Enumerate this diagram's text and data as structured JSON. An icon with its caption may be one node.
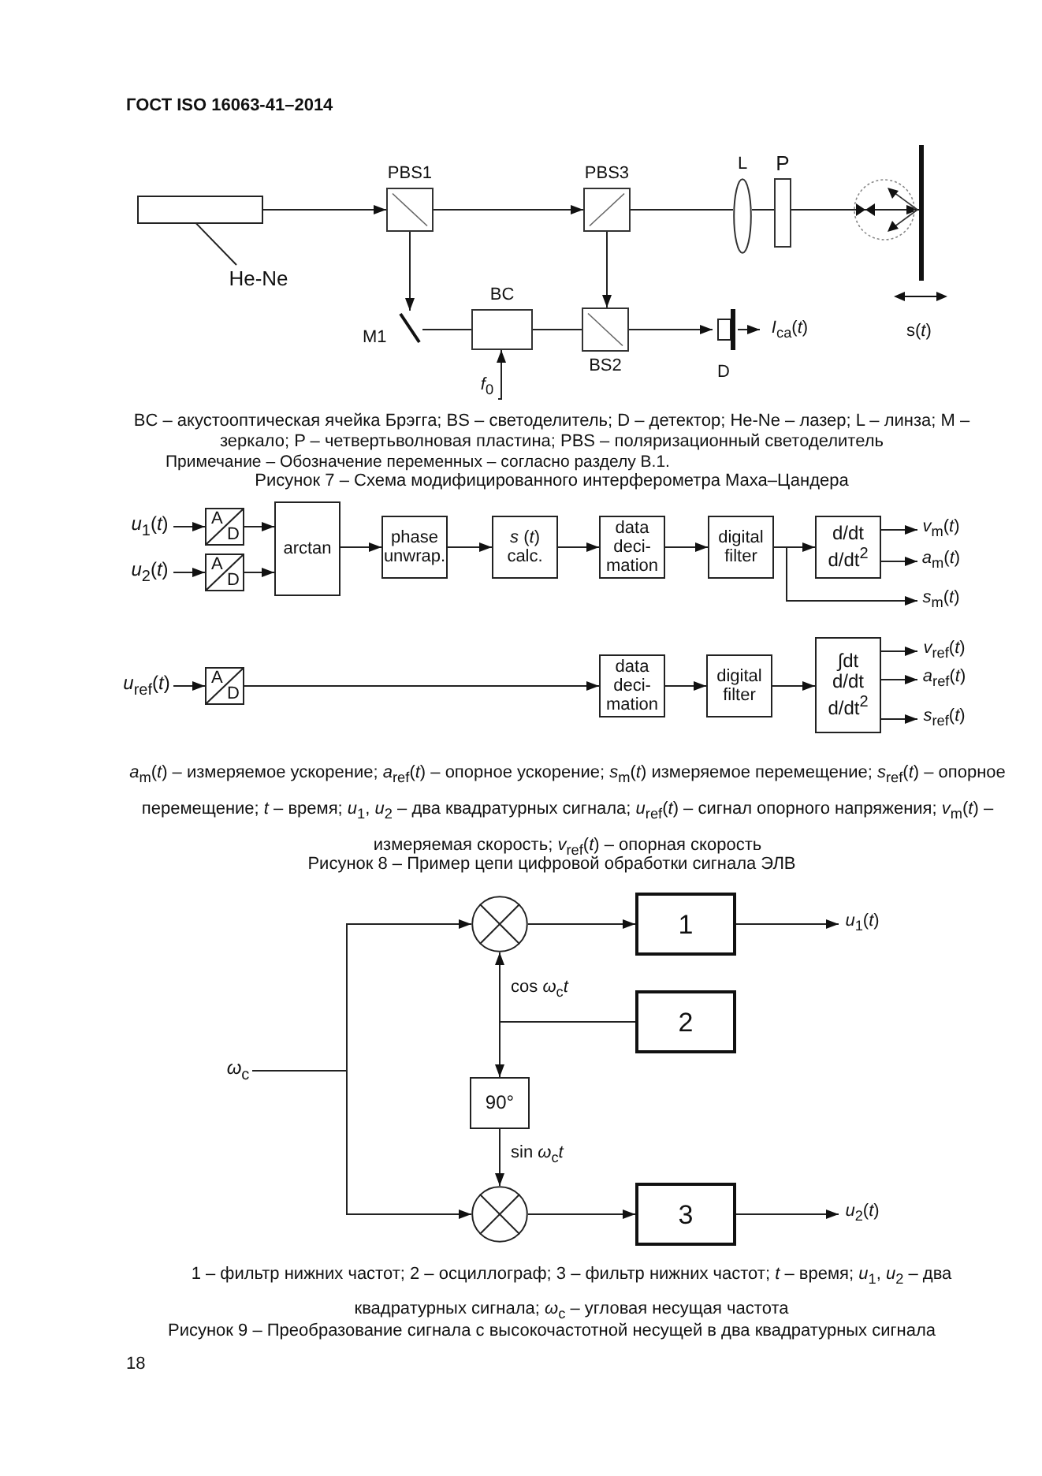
{
  "diagram": {
    "nodes": [
      {
        "text": [],
        "shape": "box"
      },
      {
        "text": [
          "He-Ne"
        ]
      },
      {
        "text": [
          "PBS1"
        ]
      },
      {
        "text": [
          "PBS3"
        ]
      },
      {
        "text": [
          "L"
        ]
      },
      {
        "text": [
          "P"
        ]
      },
      {
        "text": [],
        "shape": "bar",
        "beside": [
          "s(*t*)"
        ]
      },
      {
        "text": [
          "M1"
        ]
      },
      {
        "text": [
          "BC"
        ]
      },
      {
        "text": [
          "BS2"
        ]
      },
      {
        "text": [
          "D"
        ]
      },
      {
        "text": [
          "*f*$_{0}$"
        ]
      },
      {
        "text": [
          "*I*$_{ca}$(*t*)"
        ]
      },
      {
        "text": [
          "*u*$_{1}$(*t*)"
        ]
      },
      {
        "text": [
          "A",
          "D"
        ]
      },
      {
        "text": [
          "*u*$_{2}$(*t*)"
        ]
      },
      {
        "text": [
          "A",
          "D"
        ]
      },
      {
        "text": [
          "arctan"
        ]
      },
      {
        "text": [
          "phase unwrap."
        ]
      },
      {
        "text": [
          "*s* (*t*) calc."
        ]
      },
      {
        "text": [
          "data deci- mation"
        ]
      },
      {
        "text": [
          "digital filter"
        ]
      },
      {
        "text": [
          "d/dt d/dt$^{2}$"
        ]
      },
      {
        "text": [
          "*v*$_{m}$(*t*)"
        ]
      },
      {
        "text": [
          "*a*$_{m}$(*t*)"
        ]
      },
      {
        "text": [
          "*s*$_{m}$(*t*)"
        ]
      },
      {
        "text": [
          "*u*$_{ref}$(*t*)"
        ]
      },
      {
        "text": [
          "A",
          "D"
        ]
      },
      {
        "text": [
          "data deci- mation"
        ]
      },
      {
        "text": [
          "digital filter"
        ]
      },
      {
        "text": [
          "∫dt d/dt d/dt$^{2}$"
        ]
      },
      {
        "text": [
          "*v*$_{ref}$(*t*)"
        ]
      },
      {
        "text": [
          "*a*$_{ref}$(*t*)"
        ]
      },
      {
        "text": [
          "*s*$_{ref}$(*t*)"
        ]
      },
      {
        "text": [],
        "shape": "circle"
      },
      {
        "text": [
          "1"
        ]
      },
      {
        "text": [
          "*u*$_{1}$(*t*)"
        ]
      },
      {
        "text": [
          "2"
        ]
      },
      {
        "text": [
          "*ω*$_{c}$"
        ]
      },
      {
        "text": [
          "90°"
        ]
      },
      {
        "text": [],
        "shape": "circle"
      },
      {
        "text": [
          "3"
        ]
      },
      {
        "text": [
          "*u*$_{2}$(*t*)"
        ]
      }
    ],
    "edges": [
      {
        "from": 1,
        "to": 0,
        "arrow": "other"
      },
      {
        "from": 0,
        "to": 2,
        "arrow": "to"
      },
      {
        "from": 2,
        "to": 3,
        "arrow": "to"
      },
      {
        "from": 3,
        "to": 4,
        "arrow": "none"
      },
      {
        "from": 4,
        "to": 5,
        "arrow": "none"
      },
      {
        "from": 5,
        "to": 6,
        "arrow": "to"
      },
      {
        "from": 2,
        "to": 7,
        "arrow": "to"
      },
      {
        "from": 7,
        "to": 8,
        "arrow": "none"
      },
      {
        "from": 8,
        "to": 9,
        "arrow": "none"
      },
      {
        "from": 3,
        "to": 9,
        "arrow": "to"
      },
      {
        "from": 9,
        "to": 10,
        "arrow": "to"
      },
      {
        "from": 10,
        "to": 12,
        "arrow": "to"
      },
      {
        "from": 11,
        "to": 8,
        "arrow": "to"
      },
      {
        "from": 13,
        "to": 14,
        "arrow": "to"
      },
      {
        "from": 14,
        "to": 17,
        "arrow": "to"
      },
      {
        "from": 15,
        "to": 16,
        "arrow": "to"
      },
      {
        "from": 16,
        "to": 17,
        "arrow": "to"
      },
      {
        "from": 17,
        "to": 18,
        "arrow": "to"
      },
      {
        "from": 18,
        "to": 19,
        "arrow": "to"
      },
      {
        "from": 19,
        "to": 20,
        "arrow": "to"
      },
      {
        "from": 20,
        "to": 21,
        "arrow": "to"
      },
      {
        "from": 21,
        "to": 22,
        "arrow": "to"
      },
      {
        "from": 22,
        "to": 23,
        "arrow": "to"
      },
      {
        "from": 22,
        "to": 24,
        "arrow": "to"
      },
      {
        "from": 21,
        "to": 25,
        "arrow": "to"
      },
      {
        "from": 26,
        "to": 27,
        "arrow": "to"
      },
      {
        "from": 27,
        "to": 28,
        "arrow": "to"
      },
      {
        "from": 28,
        "to": 29,
        "arrow": "to"
      },
      {
        "from": 29,
        "to": 30,
        "arrow": "to"
      },
      {
        "from": 30,
        "to": 31,
        "arrow": "to"
      },
      {
        "from": 30,
        "to": 32,
        "arrow": "to"
      },
      {
        "from": 30,
        "to": 33,
        "arrow": "to"
      },
      {
        "from": 38,
        "to": 34,
        "arrow": "to"
      },
      {
        "from": 38,
        "to": 40,
        "arrow": "to"
      },
      {
        "from": 37,
        "to": 34,
        "arrow": "to",
        "label": "cos *ω*$_{c}$*t*"
      },
      {
        "from": 37,
        "to": 39,
        "arrow": "to"
      },
      {
        "from": 39,
        "to": 40,
        "arrow": "to",
        "label": "sin *ω*$_{c}$*t*"
      },
      {
        "from": 34,
        "to": 35,
        "arrow": "to"
      },
      {
        "from": 35,
        "to": 36,
        "arrow": "to"
      },
      {
        "from": 40,
        "to": 41,
        "arrow": "to"
      },
      {
        "from": 41,
        "to": 42,
        "arrow": "to"
      }
    ],
    "labels": [
      "ГОСТ ISO 16063-41–2014",
      "BC – акустооптическая ячейка Брэгга; BS – светоделитель; D – детектор; He-Ne – лазер; L – линза; M – зеркало; P – четвертьволновая пластина; PBS – поляризационный светоделитель",
      "Примечание – Обозначение переменных – согласно разделу В.1.",
      "Рисунок 7 – Схема модифицированного интерферометра Маха–Цандера",
      "*a*$_{m}$(*t*) – измеряемое ускорение; *a*$_{ref}$(*t*) – опорное ускорение; *s*$_{m}$(*t*) измеряемое перемещение; *s*$_{ref}$(*t*) – опорное перемещение; *t* – время; *u*$_{1}$, *u*$_{2}$ – два квадратурных сигнала; *u*$_{ref}$(*t*) – сигнал опорного напряжения; *v*$_{m}$(*t*) – измеряемая скорость; *v*$_{ref}$(*t*) – опорная скорость",
      "Рисунок 8 – Пример цепи цифровой обработки сигнала ЭЛВ",
      "1 – фильтр нижних частот; 2 – осциллограф; 3 – фильтр нижних частот; *t* – время; *u*$_{1}$, *u*$_{2}$ – два квадратурных сигнала; *ω*$_{c}$ – угловая несущая частота",
      "Рисунок 9 – Преобразование сигнала с высокочастотной несущей в два квадратурных сигнала",
      "18"
    ]
  }
}
